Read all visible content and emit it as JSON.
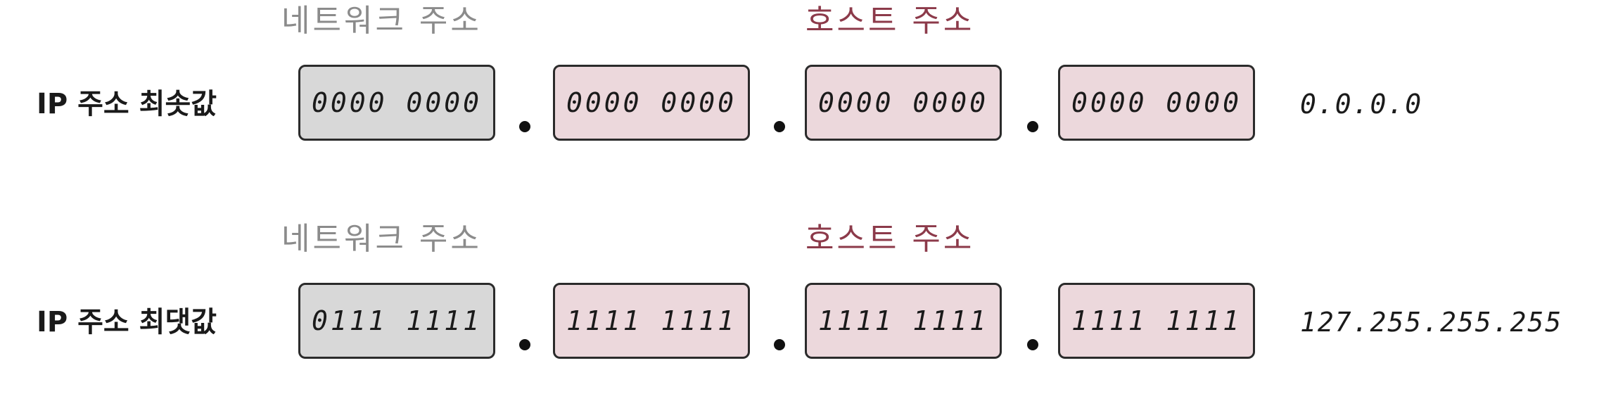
{
  "rows": [
    {
      "network_caption": "네트워크 주소",
      "host_caption": "호스트 주소",
      "label": "IP 주소 최솟값",
      "octets": [
        "0000 0000",
        "0000 0000",
        "0000 0000",
        "0000 0000"
      ],
      "result": "0.0.0.0"
    },
    {
      "network_caption": "네트워크 주소",
      "host_caption": "호스트 주소",
      "label": "IP 주소 최댓값",
      "octets": [
        "0111 1111",
        "1111 1111",
        "1111 1111",
        "1111 1111"
      ],
      "result": "127.255.255.255"
    }
  ],
  "colors": {
    "network_fill": "#d8d8d8",
    "host_fill": "#ecd8dc",
    "host_caption": "#8c3a4a",
    "network_caption": "#8b8b8b"
  }
}
